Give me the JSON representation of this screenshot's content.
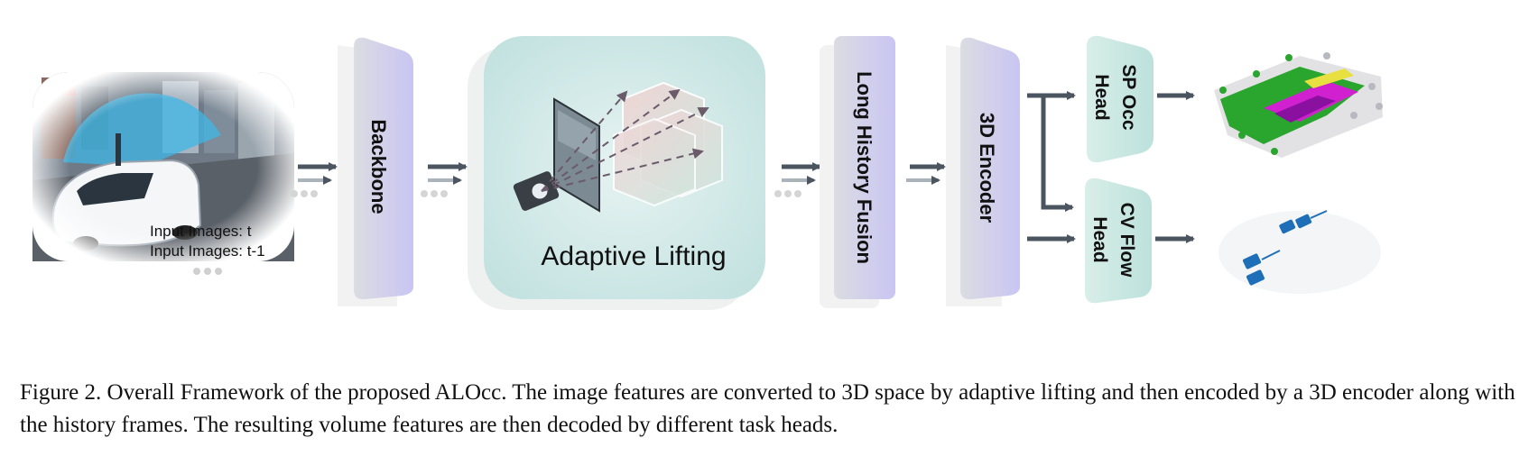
{
  "input": {
    "label_t": "Input Images: t",
    "label_t1": "Input Images: t-1"
  },
  "modules": {
    "backbone": "Backbone",
    "adaptive_lifting": "Adaptive Lifting",
    "long_history_fusion": "Long History Fusion",
    "encoder_3d": "3D Encoder"
  },
  "heads": {
    "sp_occ_line1": "SP Occ",
    "sp_occ_line2": "Head",
    "cv_flow_line1": "CV Flow",
    "cv_flow_line2": "Head"
  },
  "caption": "Figure 2. Overall Framework of the proposed ALOcc. The image features are converted to 3D space by adaptive lifting and then encoded by a 3D encoder along with the history frames. The resulting volume features are then decoded by different task heads.",
  "colors": {
    "module_gradient_start": "#d8d8e0",
    "module_gradient_end": "#c9c6f2",
    "lifting_panel": "#c8e6e4",
    "head_gradient_start": "#d6ece6",
    "head_gradient_end": "#bfe3df",
    "arrow": "#4a5560",
    "occ_green": "#22a02a",
    "occ_magenta": "#d020d0",
    "flow_blue": "#1f6fb8"
  }
}
